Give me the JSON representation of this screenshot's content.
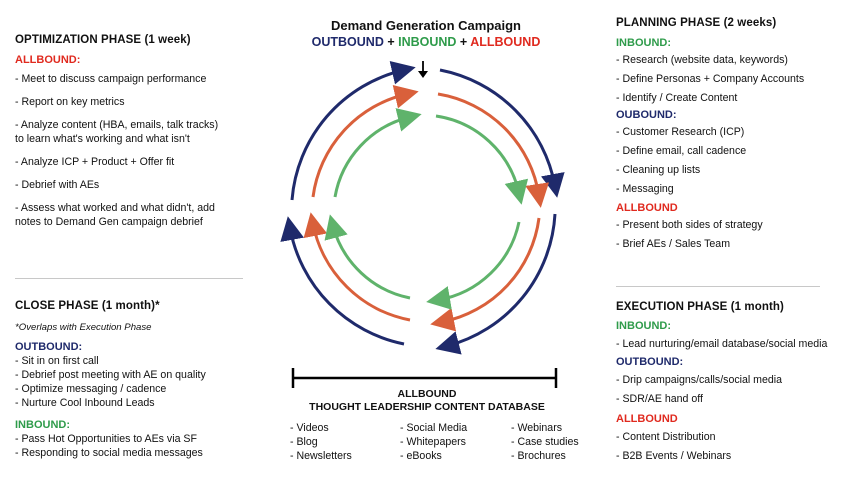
{
  "center": {
    "title": "Demand Generation Campaign",
    "outbound": "OUTBOUND",
    "plus1": " + ",
    "inbound": "INBOUND",
    "plus2": " + ",
    "allbound": "ALLBOUND"
  },
  "colors": {
    "outbound": "#1f2a6b",
    "inbound": "#2e9b4a",
    "allbound": "#e02a1f",
    "orange": "#d9603b"
  },
  "optimization": {
    "title": "OPTIMIZATION PHASE (1 week)",
    "allbound_label": "ALLBOUND:",
    "items": [
      "- Meet to discuss campaign performance",
      "- Report on key metrics",
      "- Analyze content (HBA, emails, talk tracks)\n  to learn what's working and what isn't",
      "- Analyze ICP + Product + Offer fit",
      "- Debrief with AEs",
      "- Assess what worked and what didn't, add\n  notes to Demand Gen campaign debrief"
    ]
  },
  "close": {
    "title": "CLOSE PHASE (1 month)*",
    "note": "*Overlaps with Execution Phase",
    "outbound_label": "OUTBOUND:",
    "outbound_items": [
      "- Sit in on first call",
      "- Debrief post meeting with AE on quality",
      "- Optimize messaging / cadence",
      "- Nurture Cool Inbound Leads"
    ],
    "inbound_label": "INBOUND:",
    "inbound_items": [
      "- Pass Hot Opportunities to AEs via SF",
      "- Responding to social media messages"
    ]
  },
  "planning": {
    "title": "PLANNING PHASE (2 weeks)",
    "inbound_label": "INBOUND:",
    "inbound_items": [
      "- Research (website data, keywords)",
      "- Define Personas + Company Accounts",
      "- Identify / Create Content"
    ],
    "outbound_label": "OUBOUND:",
    "outbound_items": [
      "- Customer Research (ICP)",
      "- Define email, call cadence",
      "- Cleaning up lists",
      "- Messaging"
    ],
    "allbound_label": "ALLBOUND",
    "allbound_items": [
      "- Present both sides of strategy",
      "- Brief AEs / Sales Team"
    ]
  },
  "execution": {
    "title": "EXECUTION PHASE (1 month)",
    "inbound_label": "INBOUND:",
    "inbound_items": [
      "- Lead nurturing/email database/social media"
    ],
    "outbound_label": "OUTBOUND:",
    "outbound_items": [
      "- Drip campaigns/calls/social media",
      "- SDR/AE hand off"
    ],
    "allbound_label": "ALLBOUND",
    "allbound_items": [
      "- Content Distribution",
      "- B2B Events / Webinars"
    ]
  },
  "database": {
    "title_line1": "ALLBOUND",
    "title_line2": "THOUGHT LEADERSHIP CONTENT DATABASE",
    "col1": [
      "- Videos",
      "- Blog",
      "- Newsletters"
    ],
    "col2": [
      "- Social Media",
      "- Whitepapers",
      "- eBooks"
    ],
    "col3": [
      "- Webinars",
      "- Case studies",
      "- Brochures"
    ]
  }
}
